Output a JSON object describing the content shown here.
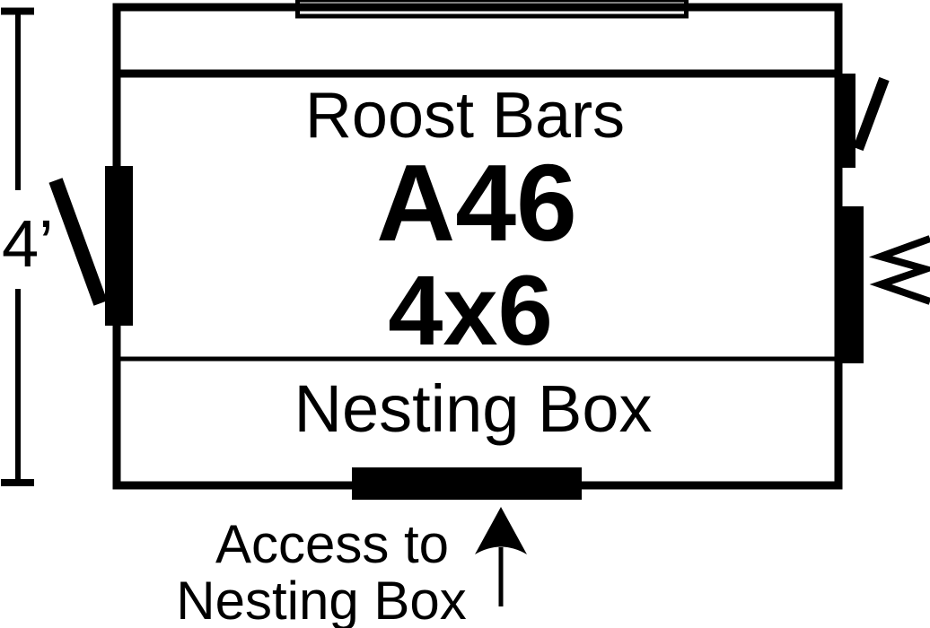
{
  "colors": {
    "ink": "#000000",
    "background": "#ffffff"
  },
  "coop": {
    "model": "A46",
    "size": "4x6",
    "roost_area_label": "Roost Bars",
    "nesting_area_label": "Nesting Box",
    "height_dimension": "4’",
    "access_caption": {
      "line1": "Access to",
      "line2": "Nesting Box"
    }
  }
}
